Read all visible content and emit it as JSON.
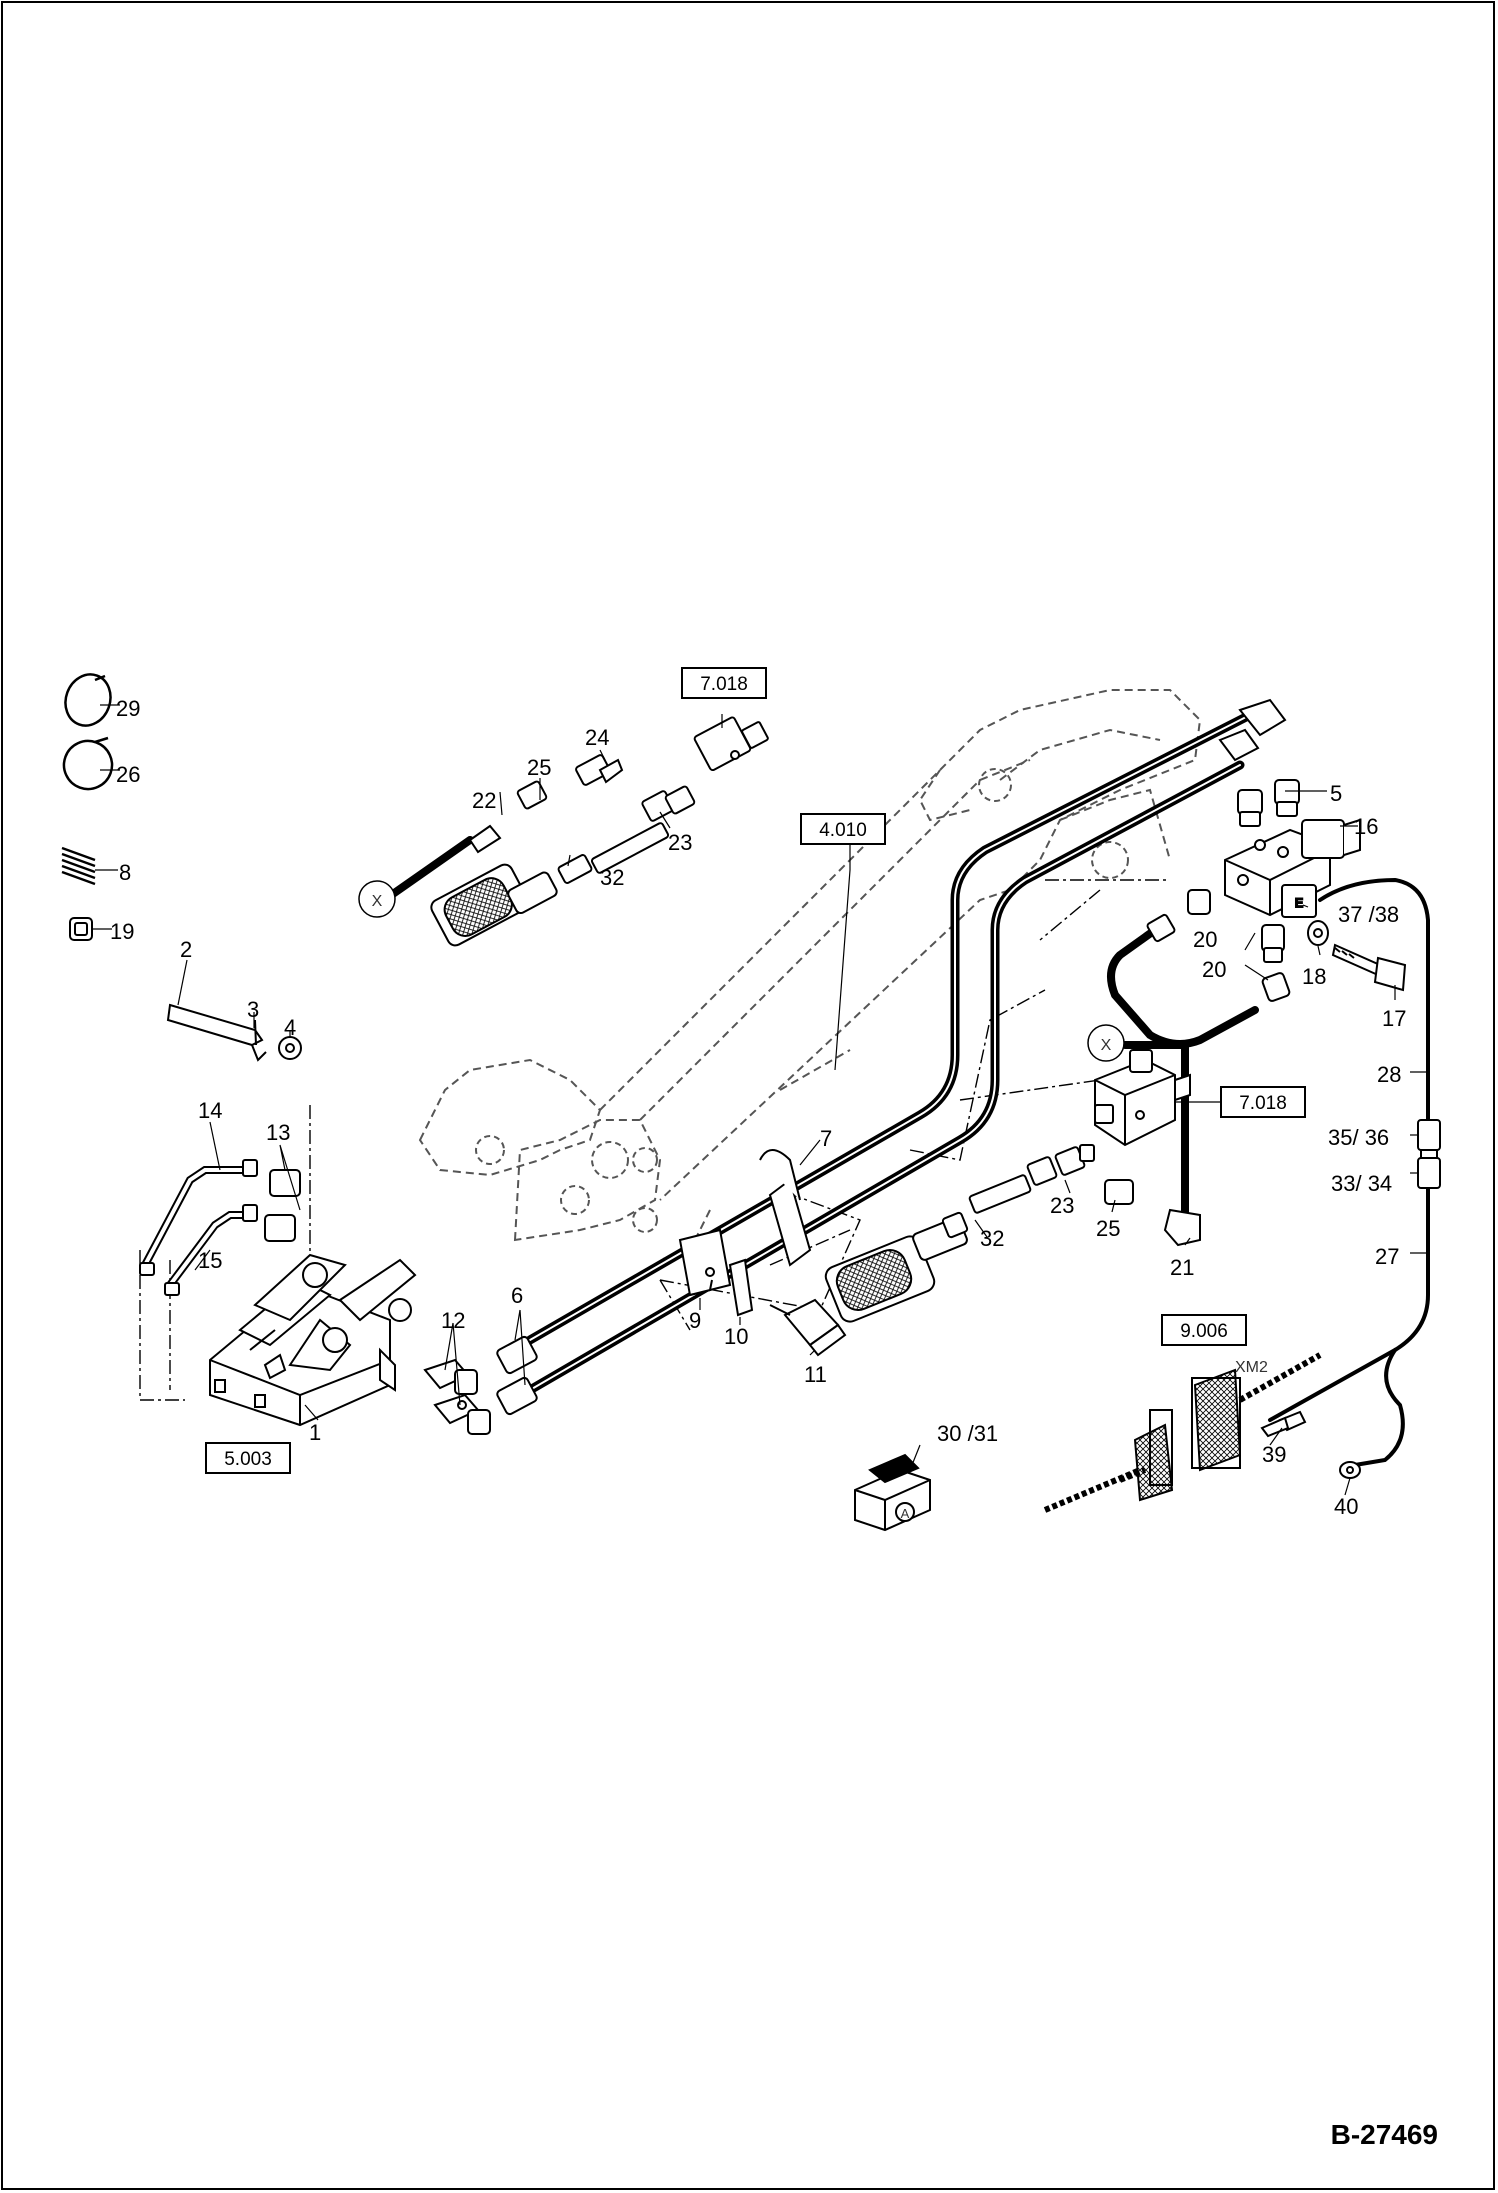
{
  "drawing_number": "B-27469",
  "refs": {
    "r7018a": "7.018",
    "r4010": "4.010",
    "r7018b": "7.018",
    "r5003": "5.003",
    "r9006": "9.006"
  },
  "connector_label": "XM2",
  "cross_mark": "X",
  "switch_mark": "A",
  "parts": {
    "p1": "1",
    "p2": "2",
    "p3": "3",
    "p4": "4",
    "p5": "5",
    "p6": "6",
    "p7": "7",
    "p8": "8",
    "p9": "9",
    "p10": "10",
    "p11": "11",
    "p12": "12",
    "p13": "13",
    "p14": "14",
    "p15": "15",
    "p16": "16",
    "p17": "17",
    "p18": "18",
    "p19": "19",
    "p20a": "20",
    "p20b": "20",
    "p21": "21",
    "p22": "22",
    "p23a": "23",
    "p23b": "23",
    "p24": "24",
    "p25a": "25",
    "p25b": "25",
    "p26": "26",
    "p27": "27",
    "p28": "28",
    "p29": "29",
    "p30": "30 /31",
    "p32a": "32",
    "p32b": "32",
    "p33": "33/ 34",
    "p35": "35/ 36",
    "p37": "37 /38",
    "p39": "39",
    "p40": "40"
  }
}
